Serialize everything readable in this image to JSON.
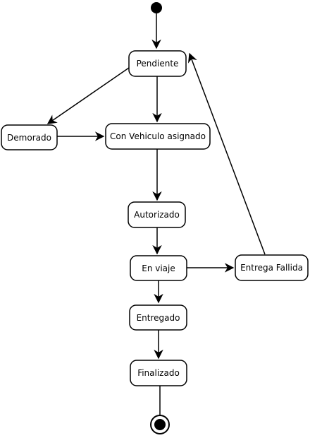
{
  "diagram": {
    "states": {
      "pendiente": "Pendiente",
      "demorado": "Demorado",
      "con_vehiculo": "Con Vehiculo asignado",
      "autorizado": "Autorizado",
      "en_viaje": "En viaje",
      "entrega_fallida": "Entrega Fallida",
      "entregado": "Entregado",
      "finalizado": "Finalizado"
    },
    "transitions": [
      {
        "from": "initial",
        "to": "pendiente"
      },
      {
        "from": "pendiente",
        "to": "demorado"
      },
      {
        "from": "pendiente",
        "to": "con_vehiculo"
      },
      {
        "from": "demorado",
        "to": "con_vehiculo"
      },
      {
        "from": "con_vehiculo",
        "to": "autorizado"
      },
      {
        "from": "autorizado",
        "to": "en_viaje"
      },
      {
        "from": "en_viaje",
        "to": "entrega_fallida"
      },
      {
        "from": "entrega_fallida",
        "to": "pendiente"
      },
      {
        "from": "en_viaje",
        "to": "entregado"
      },
      {
        "from": "entregado",
        "to": "finalizado"
      },
      {
        "from": "finalizado",
        "to": "final"
      }
    ],
    "colors": {
      "stroke": "#000000",
      "fill": "#ffffff",
      "text": "#000000"
    }
  }
}
